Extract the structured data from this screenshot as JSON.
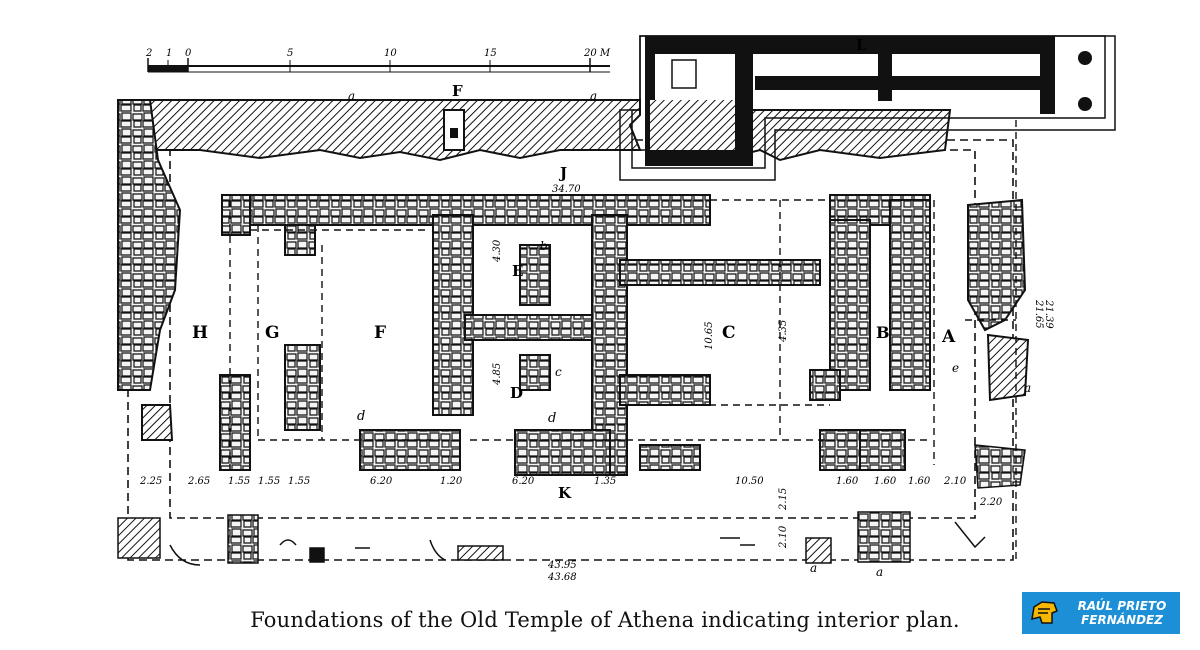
{
  "caption": "Foundations of the Old Temple of Athena indicating interior plan.",
  "badge": {
    "line1": "RAÚL PRIETO",
    "line2": "FERNÁNDEZ",
    "color": "#1d8fd6"
  },
  "scale_bar": {
    "ticks": [
      "2",
      "1",
      "0",
      "5",
      "10",
      "15",
      "20 M"
    ]
  },
  "room_labels": [
    "H",
    "G",
    "F",
    "E",
    "D",
    "C",
    "B",
    "A",
    "J",
    "K",
    "L",
    "F"
  ],
  "small_labels": [
    "a",
    "a",
    "b",
    "c",
    "d",
    "d",
    "e",
    "a",
    "a",
    "a"
  ],
  "dimensions": {
    "top": "34.70",
    "bottom_row": [
      "2.25",
      "2.65",
      "1.55",
      "1.55",
      "1.55",
      "6.20",
      "1.20",
      "6.20",
      "1.35",
      "10.50",
      "1.60",
      "1.60",
      "1.60",
      "2.10"
    ],
    "overall": [
      "43.95",
      "43.68"
    ],
    "right": [
      "21.65",
      "21.39"
    ],
    "vertical": [
      "4.30",
      "4.85",
      "10.65",
      "4.35",
      "2.10",
      "2.15",
      "2.20"
    ]
  }
}
